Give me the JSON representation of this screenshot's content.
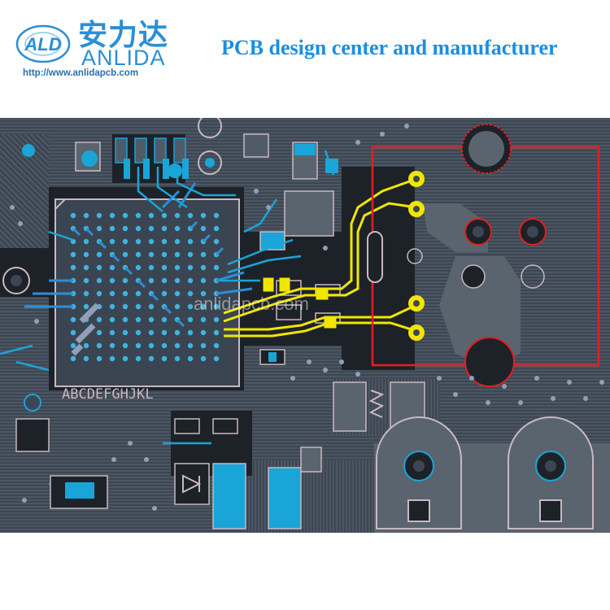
{
  "brand": {
    "logo_mark": "ALD",
    "name_cn": "安力达",
    "name_en": "ANLIDA",
    "url": "http://www.anlidapcb.com"
  },
  "tagline": "PCB design center and manufacturer",
  "watermark": "anlidapcb.com",
  "silkscreen": {
    "row_labels": "ABCDEFGHJKL"
  },
  "colors": {
    "accent": "#1a8fe0",
    "board_background": "#3d4653",
    "copper_pour": "#59646f",
    "trace_blue": "#1aa5d8",
    "trace_yellow": "#f2e600",
    "outline_red": "#e02020",
    "silk": "#c9b8c0"
  }
}
